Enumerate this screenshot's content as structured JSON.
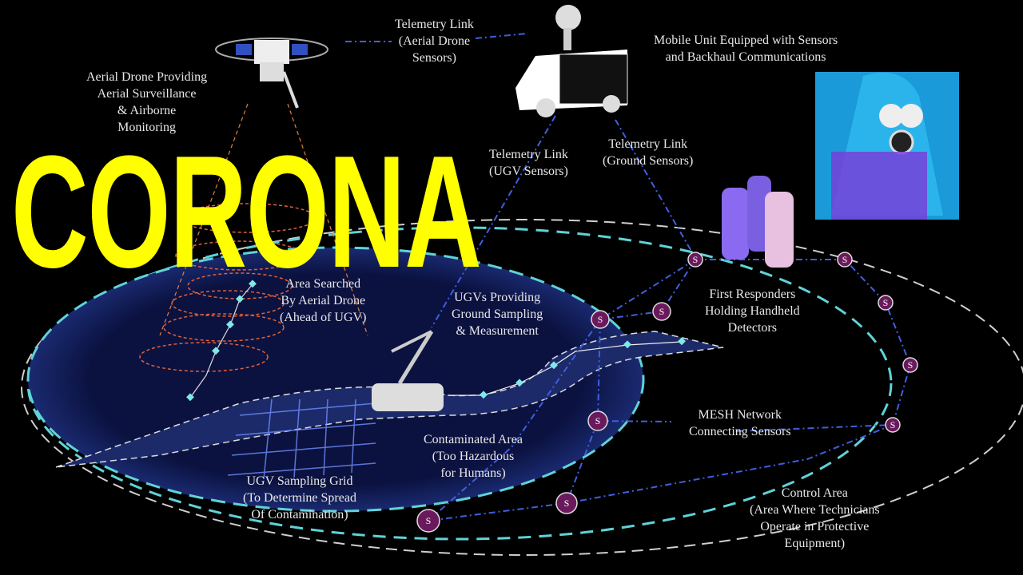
{
  "title": "CORONA",
  "labels": {
    "drone": [
      "Aerial Drone Providing",
      "Aerial Surveillance",
      "& Airborne",
      "Monitoring"
    ],
    "telemetry_drone": [
      "Telemetry Link",
      "(Aerial Drone",
      "Sensors)"
    ],
    "mobile_unit": [
      "Mobile Unit Equipped with Sensors",
      "and Backhaul Communications"
    ],
    "telemetry_ugv": [
      "Telemetry Link",
      "(UGV Sensors)"
    ],
    "telemetry_ground": [
      "Telemetry Link",
      "(Ground Sensors)"
    ],
    "area_searched": [
      "Area Searched",
      "By Aerial Drone",
      "(Ahead of UGV)"
    ],
    "ugvs": [
      "UGVs Providing",
      "Ground Sampling",
      "& Measurement"
    ],
    "first_responders": [
      "First Responders",
      "Holding Handheld",
      "Detectors"
    ],
    "mesh": [
      "MESH Network",
      "Connecting Sensors"
    ],
    "contaminated": [
      "Contaminated Area",
      "(Too Hazardous",
      "for Humans)"
    ],
    "sampling_grid": [
      "UGV Sampling Grid",
      "(To Determine Spread",
      "Of Contamination)"
    ],
    "control_area": [
      "Control Area",
      "(Area Where Technicians",
      "Operate in Protective",
      "Equipment)"
    ]
  },
  "sensor_label": "S",
  "colors": {
    "title": "#ffff00",
    "cyan": "#5fd3d8",
    "link": "#3f5fe0",
    "sensor": "#6a1a5c",
    "area": "#0b1240"
  }
}
